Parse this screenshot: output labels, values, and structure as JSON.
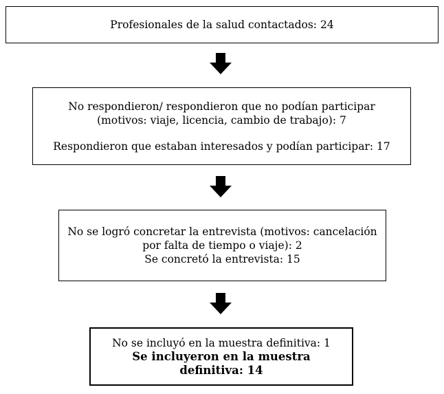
{
  "flowchart": {
    "step1": {
      "text": "Profesionales de la salud contactados: 24"
    },
    "step2": {
      "line1": "No respondieron/ respondieron que no podían participar",
      "line2": "(motivos: viaje, licencia, cambio de trabajo): 7",
      "line3": "Respondieron que estaban interesados y podían participar: 17"
    },
    "step3": {
      "line1": "No se logró concretar la entrevista (motivos: cancelación",
      "line2": "por falta de tiempo o viaje): 2",
      "line3": "Se concretó la entrevista: 15"
    },
    "step4": {
      "line1": "No se incluyó en la muestra definitiva: 1",
      "line2": "Se incluyeron en la muestra",
      "line3": "definitiva: 14"
    },
    "arrow_icon": "down-arrow-icon"
  }
}
